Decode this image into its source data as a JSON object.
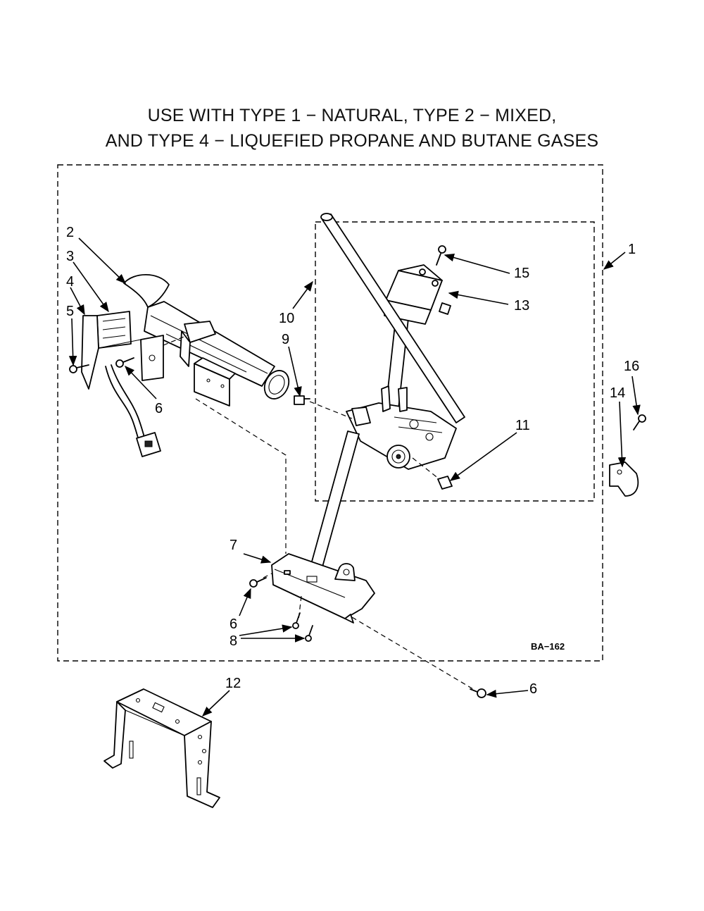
{
  "title": {
    "line1": "USE WITH TYPE 1 − NATURAL, TYPE 2 − MIXED,",
    "line2": "AND TYPE 4 − LIQUEFIED PROPANE AND BUTANE GASES"
  },
  "drawing_code": "BA−162",
  "callouts": {
    "c1": "1",
    "c2": "2",
    "c3": "3",
    "c4": "4",
    "c5": "5",
    "c6a": "6",
    "c6b": "6",
    "c6c": "6",
    "c7": "7",
    "c8": "8",
    "c9": "9",
    "c10": "10",
    "c11": "11",
    "c12": "12",
    "c13": "13",
    "c14": "14",
    "c15": "15",
    "c16": "16"
  }
}
